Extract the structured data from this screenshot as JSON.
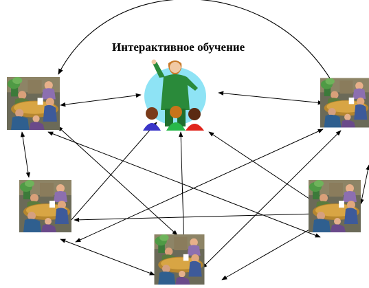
{
  "diagram": {
    "title": "Интерактивное обучение"
  },
  "nodes": [
    {
      "id": "teacher",
      "icon": "teacher-with-students-icon"
    },
    {
      "id": "group-top-left",
      "icon": "meeting-group-icon"
    },
    {
      "id": "group-top-right",
      "icon": "meeting-group-icon"
    },
    {
      "id": "group-mid-left",
      "icon": "meeting-group-icon"
    },
    {
      "id": "group-mid-right",
      "icon": "meeting-group-icon"
    },
    {
      "id": "group-bottom-center",
      "icon": "meeting-group-icon"
    }
  ],
  "edges": [
    {
      "from": "group-top-left",
      "to": "group-top-right",
      "style": "arc",
      "arrows": "both"
    },
    {
      "from": "group-top-left",
      "to": "teacher",
      "arrows": "both"
    },
    {
      "from": "group-top-right",
      "to": "teacher",
      "arrows": "both"
    },
    {
      "from": "group-top-left",
      "to": "group-mid-left",
      "arrows": "both"
    },
    {
      "from": "group-top-left",
      "to": "group-mid-right",
      "arrows": "both"
    },
    {
      "from": "group-top-left",
      "to": "group-bottom-center",
      "arrows": "both"
    },
    {
      "from": "group-top-right",
      "to": "group-mid-left",
      "arrows": "both"
    },
    {
      "from": "group-top-right",
      "to": "group-bottom-center",
      "arrows": "both"
    },
    {
      "from": "group-mid-left",
      "to": "group-mid-right",
      "arrows": "both"
    },
    {
      "from": "group-mid-left",
      "to": "group-bottom-center",
      "arrows": "both"
    },
    {
      "from": "group-mid-left",
      "to": "teacher",
      "arrows": "both"
    },
    {
      "from": "group-mid-right",
      "to": "group-bottom-center",
      "arrows": "both"
    },
    {
      "from": "group-bottom-center",
      "to": "teacher",
      "arrows": "both"
    },
    {
      "from": "group-top-right",
      "to": "group-mid-right",
      "arrows": "both"
    }
  ]
}
